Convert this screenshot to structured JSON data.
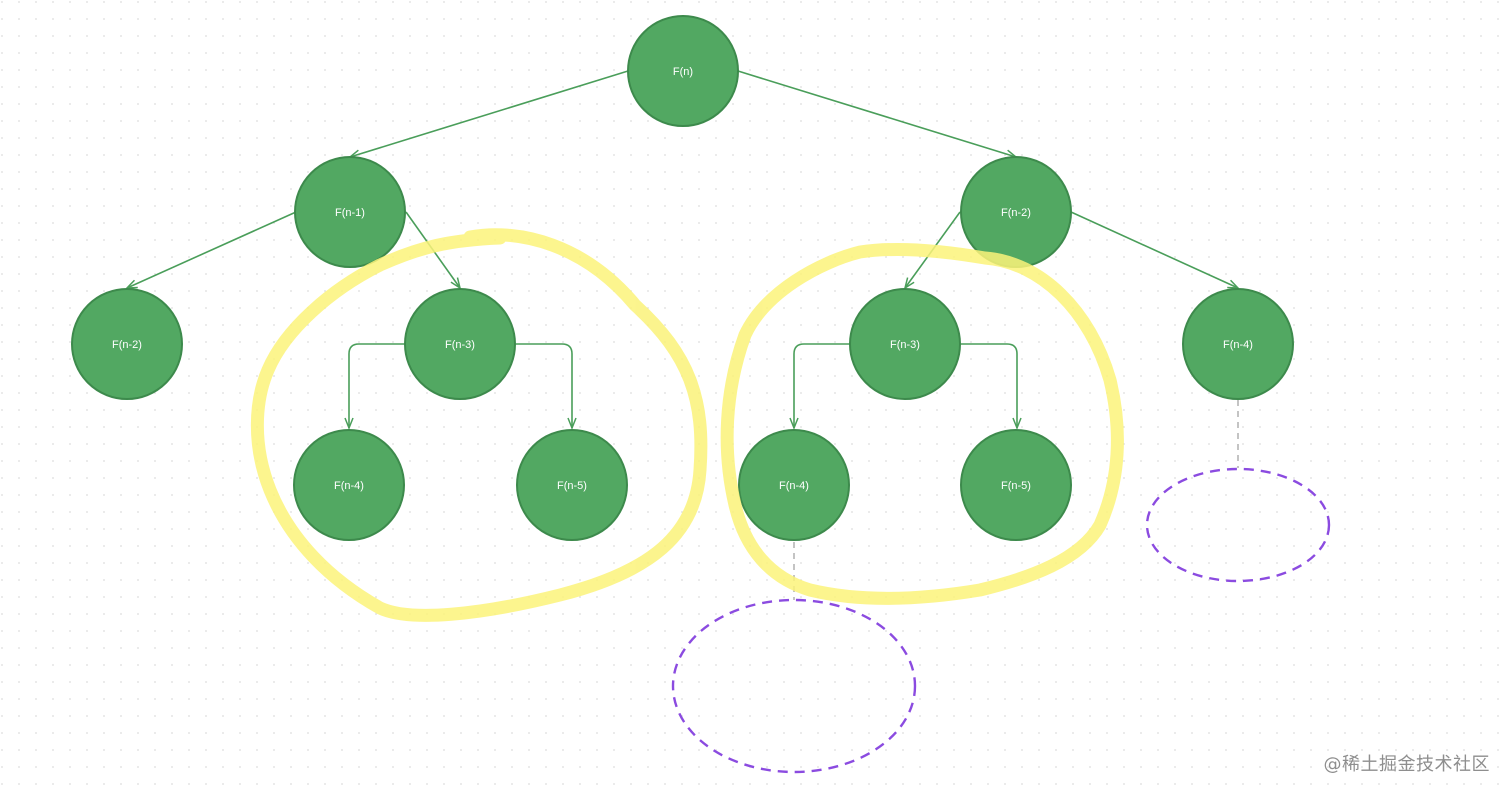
{
  "diagram": {
    "nodes": [
      {
        "id": "n0",
        "label": "F(n)"
      },
      {
        "id": "n1",
        "label": "F(n-1)"
      },
      {
        "id": "n2",
        "label": "F(n-2)"
      },
      {
        "id": "n3",
        "label": "F(n-2)"
      },
      {
        "id": "n4",
        "label": "F(n-3)"
      },
      {
        "id": "n5",
        "label": "F(n-3)"
      },
      {
        "id": "n6",
        "label": "F(n-4)"
      },
      {
        "id": "n7",
        "label": "F(n-4)"
      },
      {
        "id": "n8",
        "label": "F(n-5)"
      },
      {
        "id": "n9",
        "label": "F(n-4)"
      },
      {
        "id": "n10",
        "label": "F(n-5)"
      }
    ],
    "edges": [
      {
        "from": "n0",
        "to": "n1"
      },
      {
        "from": "n0",
        "to": "n2"
      },
      {
        "from": "n1",
        "to": "n3"
      },
      {
        "from": "n1",
        "to": "n4"
      },
      {
        "from": "n2",
        "to": "n5"
      },
      {
        "from": "n2",
        "to": "n6"
      },
      {
        "from": "n4",
        "to": "n7"
      },
      {
        "from": "n4",
        "to": "n8"
      },
      {
        "from": "n5",
        "to": "n9"
      },
      {
        "from": "n5",
        "to": "n10"
      }
    ],
    "colors": {
      "node_fill": "#52a862",
      "node_stroke": "#3d8a4c",
      "edge": "#4a9e5a",
      "highlight": "#fbf37a",
      "placeholder": "#8b4be0",
      "dashed_connector": "#b5b5b5",
      "grid_dot": "#dcdcdc"
    }
  },
  "watermark": "@稀土掘金技术社区"
}
